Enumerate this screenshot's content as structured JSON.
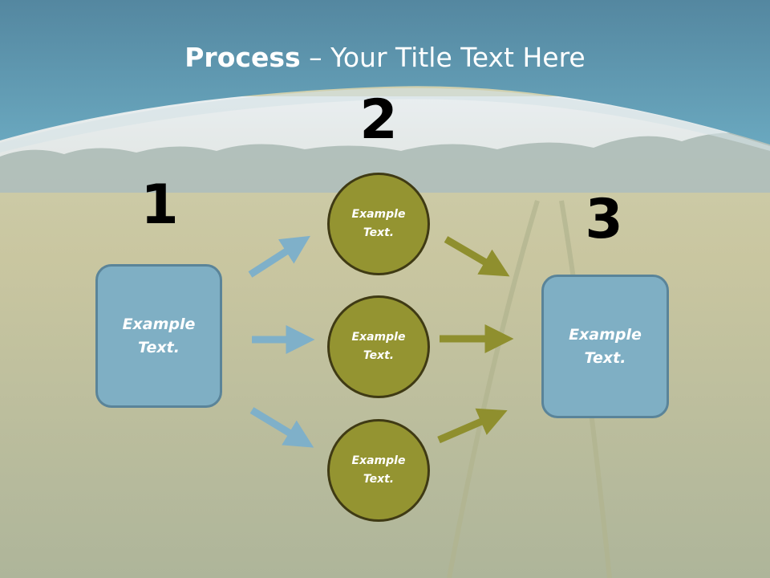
{
  "title": {
    "bold": "Process",
    "rest": " – Your Title Text Here"
  },
  "steps": [
    {
      "number": "1",
      "text": "Example\nText."
    },
    {
      "number": "2",
      "text": "Example\nText."
    },
    {
      "number": "3",
      "text": "Example\nText."
    }
  ],
  "circles": [
    {
      "text": "Example\nText."
    },
    {
      "text": "Example\nText."
    },
    {
      "text": "Example\nText."
    }
  ],
  "colors": {
    "header": "#5c9ab3",
    "box_fill": "#7fafc4",
    "circle_fill": "#949431",
    "blue_arrow": "#7fb0c9",
    "olive_arrow": "#8f8f2e"
  }
}
